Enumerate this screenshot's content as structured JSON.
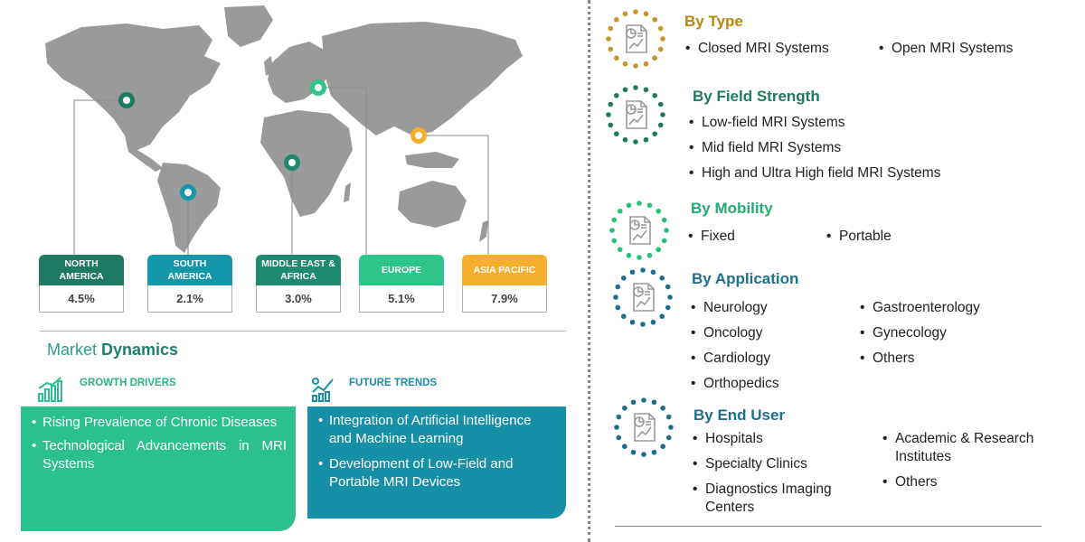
{
  "colors": {
    "north_america": "#1e7a62",
    "south_america": "#1597ab",
    "middle_east_africa": "#1e8a70",
    "europe": "#2ec48a",
    "asia_pacific": "#f6ae2d",
    "map_land": "#9a9a9a",
    "by_type": "#b8860b",
    "by_field_strength": "#1e7a62",
    "by_mobility": "#1fae6e",
    "by_application": "#1d6f8f",
    "by_end_user": "#1d6f8f"
  },
  "regions": [
    {
      "name": "NORTH AMERICA",
      "value": "4.5%"
    },
    {
      "name": "SOUTH AMERICA",
      "value": "2.1%"
    },
    {
      "name": "MIDDLE EAST & AFRICA",
      "value": "3.0%"
    },
    {
      "name": "EUROPE",
      "value": "5.1%"
    },
    {
      "name": "ASIA PACIFIC",
      "value": "7.9%"
    }
  ],
  "market_dynamics": {
    "title_part1": "Market ",
    "title_part2": "Dynamics",
    "growth_drivers": {
      "label": "GROWTH DRIVERS",
      "icon": "bar-chart-growth-icon",
      "items": [
        "Rising Prevalence of Chronic Diseases",
        "Technological Advancements in MRI Systems"
      ]
    },
    "future_trends": {
      "label": "FUTURE TRENDS",
      "icon": "trend-chart-icon",
      "items": [
        "Integration of Artificial Intelligence and Machine Learning",
        "Development of Low-Field and Portable MRI Devices"
      ]
    }
  },
  "segments": {
    "by_type": {
      "title": "By Type",
      "items": [
        "Closed MRI Systems",
        "Open MRI Systems"
      ]
    },
    "by_field_strength": {
      "title": "By Field Strength",
      "items": [
        "Low-field MRI Systems",
        "Mid field MRI Systems",
        "High and Ultra High field MRI Systems"
      ]
    },
    "by_mobility": {
      "title": "By Mobility",
      "items": [
        "Fixed",
        "Portable"
      ]
    },
    "by_application": {
      "title": "By Application",
      "items": [
        "Neurology",
        "Oncology",
        "Cardiology",
        "Orthopedics",
        "Gastroenterology",
        "Gynecology",
        "Others"
      ]
    },
    "by_end_user": {
      "title": "By End User",
      "items": [
        "Hospitals",
        "Specialty Clinics",
        "Diagnostics Imaging Centers",
        "Academic & Research Institutes",
        "Others"
      ]
    }
  }
}
